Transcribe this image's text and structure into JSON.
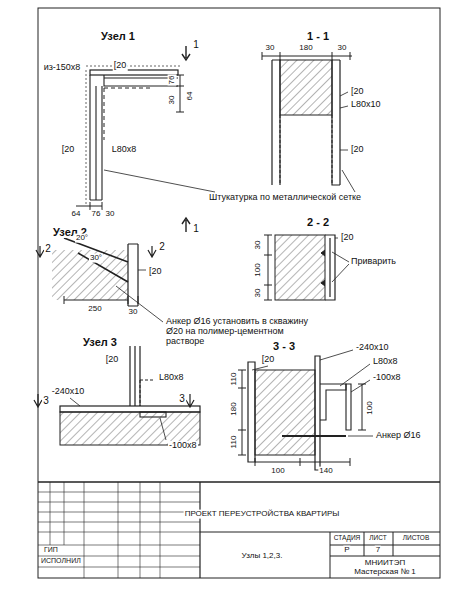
{
  "diagram": {
    "labels": [
      "Узел 1",
      "1",
      "1",
      "1 - 1",
      "из-150x8",
      "[20",
      "[20",
      "L80x8",
      "76",
      "64",
      "30",
      "76",
      "64",
      "30",
      "Штукатурка по металлической сетке",
      "30",
      "180",
      "30",
      "[20",
      "L80x10",
      "[20",
      "Узел 2",
      "2",
      "2",
      "2 - 2",
      "20°",
      "30°",
      "250",
      "30",
      "[20",
      "Анкер Ø16 установить в скважину Ø20 на полимер-цементном растворе",
      "30",
      "100",
      "30",
      "[20",
      "Приварить",
      "Узел 3",
      "3",
      "3",
      "3 - 3",
      "[20",
      "L80x8",
      "-240x10",
      "-100x8",
      "[20",
      "-240x10",
      "L80x8",
      "-100x8",
      "110",
      "180",
      "110",
      "100",
      "Анкер Ø16",
      "100",
      "140",
      "ПРОЕКТ ПЕРЕУСТРОЙСТВА КВАРТИРЫ",
      "ГИП",
      "ИСПОЛНИЛ",
      "Узлы 1,2,3.",
      "СТАДИЯ",
      "ЛИСТ",
      "ЛИСТОВ",
      "Р",
      "7",
      "МНИИТЭП",
      "Мастерская № 1"
    ]
  }
}
